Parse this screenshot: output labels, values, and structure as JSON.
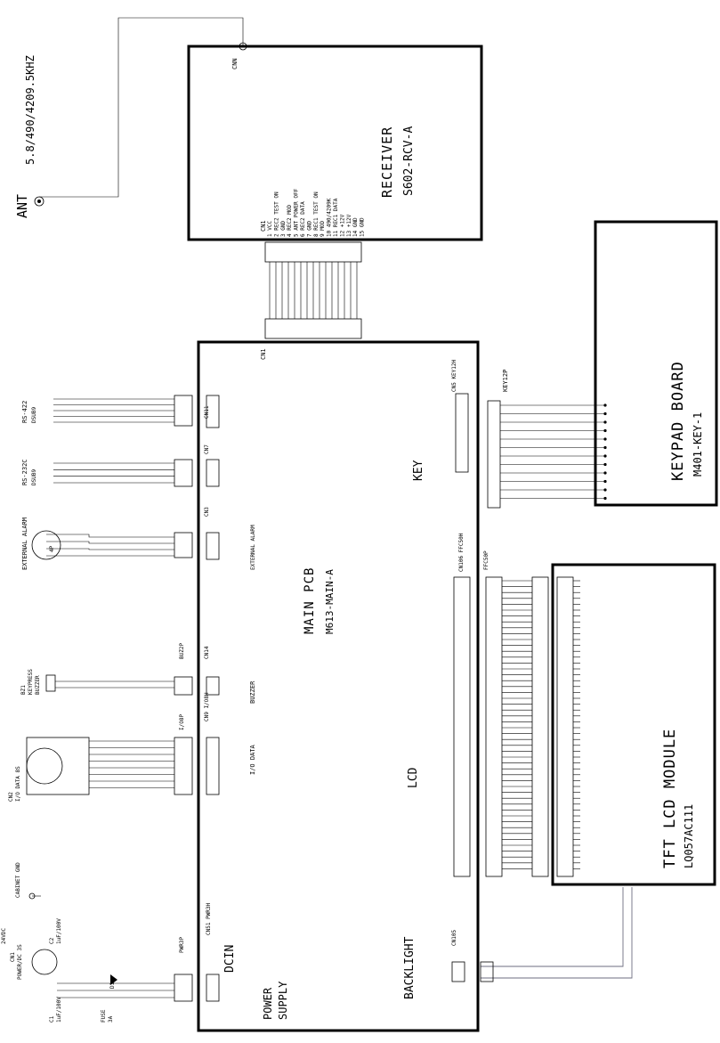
{
  "antenna": {
    "label": "ANT",
    "freq": "5.8/490/4209.5KHZ",
    "cnn": "CNN"
  },
  "receiver": {
    "title": "RECEIVER",
    "model": "S602-RCV-A",
    "connector": "CN1",
    "pins": [
      "1",
      "2",
      "3",
      "4",
      "5",
      "6",
      "7",
      "8",
      "9",
      "10",
      "11",
      "12",
      "13",
      "14",
      "15"
    ],
    "signals": [
      "VCC",
      "REC2 TEST ON",
      "GND",
      "REC2 MOD",
      "ANT POWER OFF",
      "REC2 DATA",
      "GND",
      "REC1 TEST ON",
      "MOD",
      "490/4209K",
      "REC1 DATA",
      "+12V",
      "+12V",
      "GND",
      "GND"
    ]
  },
  "keypad": {
    "title": "KEYPAD BOARD",
    "model": "M401-KEY-1",
    "connector": "KEY12P"
  },
  "main_pcb": {
    "title": "MAIN PCB",
    "model": "M613-MAIN-A",
    "cn1": "CN1",
    "key": "KEY",
    "key_connector": "CN5 KEY12H",
    "lcd": "LCD",
    "lcd_connector": "CN106 FFC50H",
    "backlight": "BACKLIGHT",
    "backlight_connector": "CN105",
    "dcin": "DCIN",
    "power_supply_1": "POWER",
    "power_supply_2": "SUPPLY",
    "cn9": "CN9 I/O8H",
    "io_data": "I/O DATA",
    "cn14": "CN14",
    "buzzer": "BUZZER",
    "cn3": "CN3",
    "external_alarm": "EXTERNAL ALARM",
    "cn7": "CN7",
    "cn11": "CN11",
    "cn51": "CN51 PWR3H"
  },
  "lcd_module": {
    "title": "TFT LCD MODULE",
    "model": "LQ057AC111",
    "ffc": "FFC50P"
  },
  "left_side": {
    "rs422": "RS-422",
    "rs422_sub": "DSUB9",
    "rs232": "RS-232C",
    "rs232_sub": "DSUB9",
    "ext_alarm": "EXTERNAL ALARM",
    "ext_alarm_sub": "4P",
    "buzzer_name": "BZ1",
    "buzzer_1": "KEYPRESS",
    "buzzer_2": "BUZZER",
    "buzz2p": "BUZ2P",
    "io_conn": "CN2",
    "io_conn_sub": "I/O DATA 8S",
    "io8p": "I/O8P",
    "cabinet": "CABINET GND",
    "power_conn": "CN1",
    "power_conn_sub": "POWER/DC 3S",
    "c2": "C2",
    "c2_val": "1uF/100V",
    "c1": "C1",
    "c1_val": "1uF/100V",
    "d1": "D1",
    "fuse": "FUSE",
    "fuse_val": "3A",
    "pwr3p": "PWR3P",
    "dc_range": "24VDC"
  }
}
